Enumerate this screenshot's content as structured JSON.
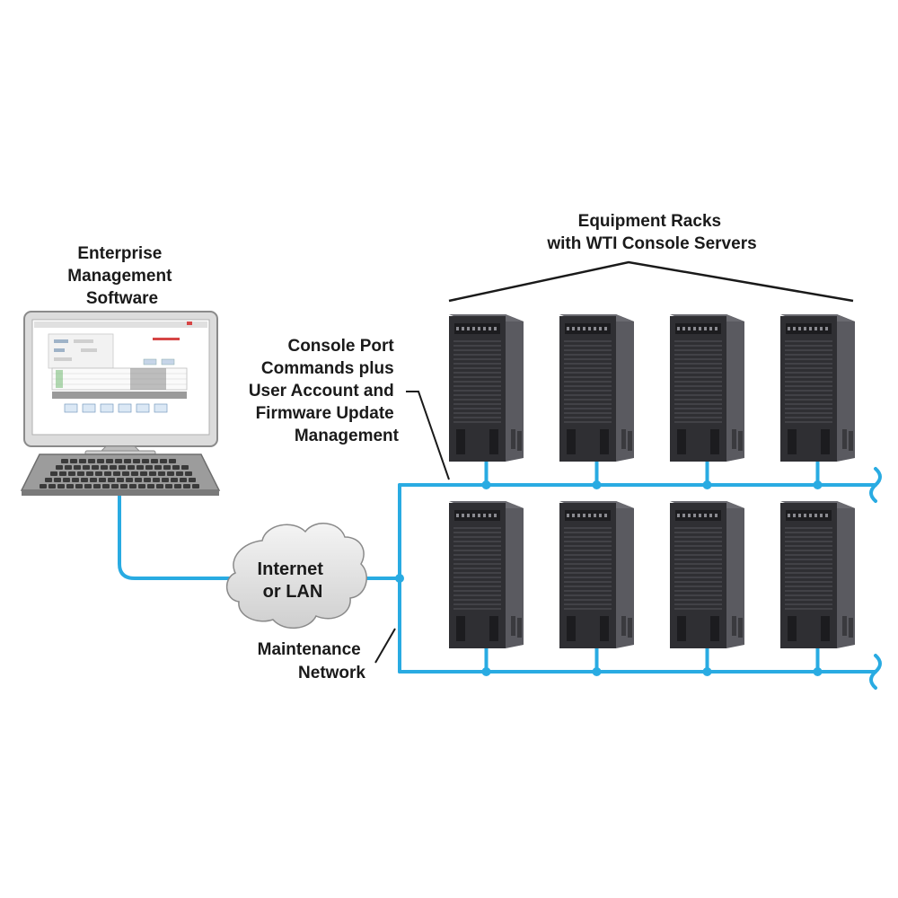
{
  "labels": {
    "enterprise": [
      "Enterprise",
      "Management",
      "Software"
    ],
    "equipment": [
      "Equipment Racks",
      "with WTI Console Servers"
    ],
    "console_port": [
      "Console Port",
      "Commands plus",
      "User Account and",
      "Firmware Update",
      "Management"
    ],
    "cloud": [
      "Internet",
      "or LAN"
    ],
    "maintenance": [
      "Maintenance",
      "Network"
    ]
  },
  "colors": {
    "network_line": "#29abe2",
    "rack_dark": "#2f2f33",
    "rack_side": "#5a5a60",
    "cloud_fill": "#ececec",
    "text": "#1a1a1a"
  },
  "icons": {
    "computer": "monitor-icon",
    "keyboard": "keyboard-icon",
    "cloud": "cloud-icon",
    "rack": "server-rack-icon"
  },
  "racks": {
    "rows": 2,
    "columns": 4
  }
}
